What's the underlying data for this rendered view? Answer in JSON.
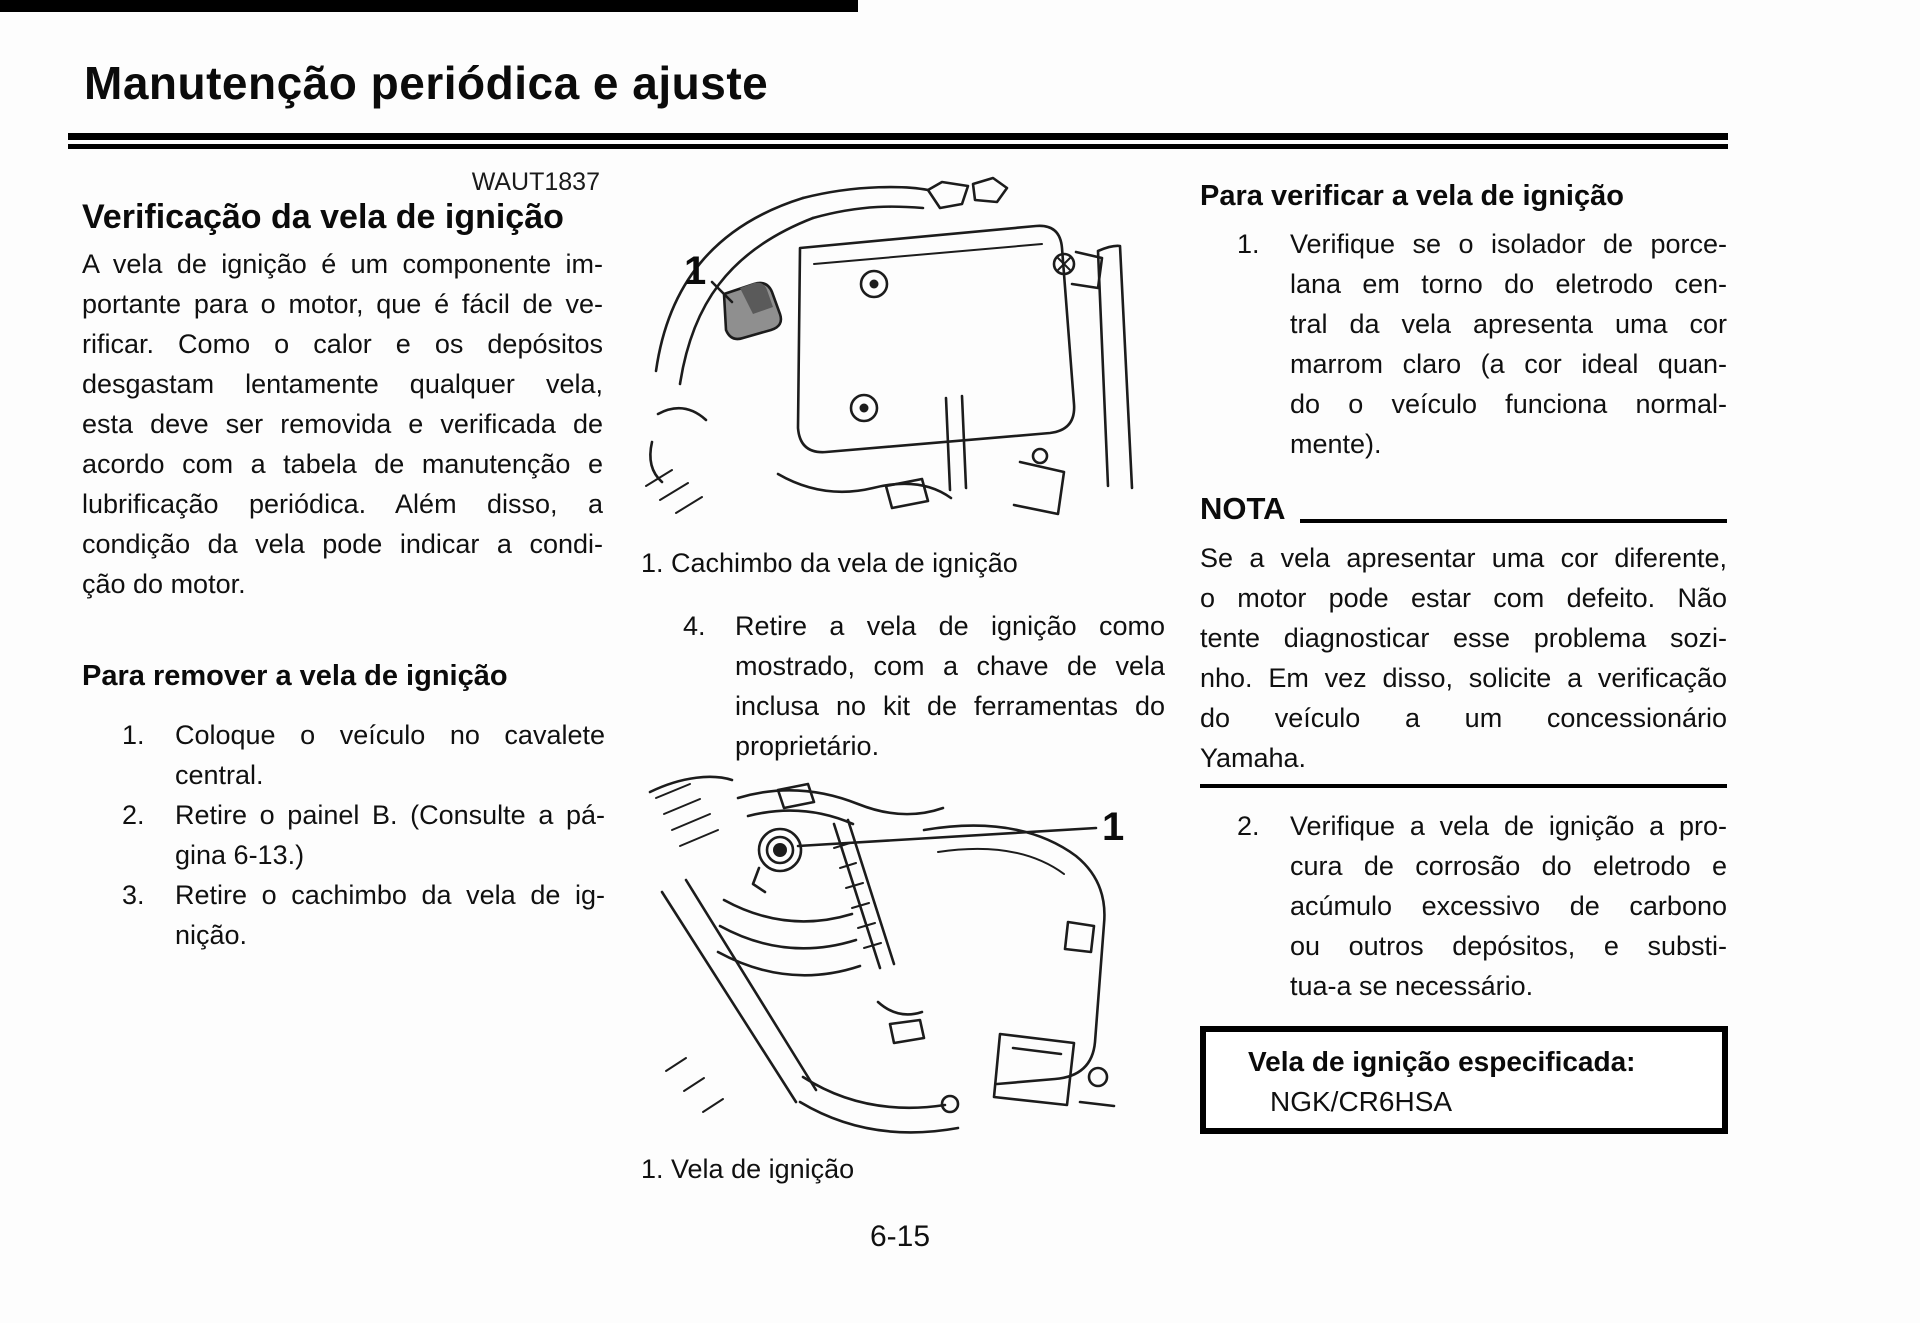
{
  "page": {
    "title": "Manutenção periódica e ajuste",
    "code": "WAUT1837",
    "page_number": "6-15"
  },
  "left": {
    "heading": "Verificação da vela de ignição",
    "intro_lines": [
      "A vela de ignição é um componente im-",
      "portante para o motor, que é fácil de ve-",
      "rificar. Como o calor e os depósitos",
      "desgastam lentamente qualquer vela,",
      "esta deve ser removida e verificada de",
      "acordo com a tabela de manutenção e",
      "lubrificação periódica. Além disso, a",
      "condição da vela pode indicar a condi-",
      "ção do motor."
    ],
    "remove_heading": "Para remover a vela de ignição",
    "remove_steps": [
      {
        "num": "1.",
        "lines": [
          "Coloque o veículo no cavalete",
          "central."
        ]
      },
      {
        "num": "2.",
        "lines": [
          "Retire o painel B. (Consulte a pá-",
          "gina 6-13.)"
        ]
      },
      {
        "num": "3.",
        "lines": [
          "Retire o cachimbo da vela de ig-",
          "nição."
        ]
      }
    ]
  },
  "middle": {
    "fig1_label": "1",
    "fig1_caption": "1. Cachimbo da vela de ignição",
    "step4": {
      "num": "4.",
      "lines": [
        "Retire a vela de ignição como",
        "mostrado, com a chave de vela",
        "inclusa no kit de ferramentas do",
        "proprietário."
      ]
    },
    "fig2_label": "1",
    "fig2_caption": "1. Vela de ignição"
  },
  "right": {
    "verify_heading": "Para verificar a vela de ignição",
    "step1": {
      "num": "1.",
      "lines": [
        "Verifique se o isolador de porce-",
        "lana em torno do eletrodo cen-",
        "tral da vela apresenta uma cor",
        "marrom claro (a cor ideal quan-",
        "do o veículo funciona normal-",
        "mente)."
      ]
    },
    "nota_label": "NOTA",
    "nota_lines": [
      "Se a vela apresentar uma cor diferente,",
      "o motor pode estar com defeito. Não",
      "tente diagnosticar esse problema sozi-",
      "nho. Em vez disso, solicite a verificação",
      "do veículo a um concessionário",
      "Yamaha."
    ],
    "step2": {
      "num": "2.",
      "lines": [
        "Verifique a vela de ignição a pro-",
        "cura de corrosão do eletrodo e",
        "acúmulo excessivo de carbono",
        "ou outros depósitos, e substi-",
        "tua-a se necessário."
      ]
    },
    "spec_box": {
      "title": "Vela de ignição especificada:",
      "value": "NGK/CR6HSA"
    }
  },
  "colors": {
    "ink": "#111111",
    "paper": "#fdfdfd",
    "cap_gray": "#8f8f8f"
  }
}
